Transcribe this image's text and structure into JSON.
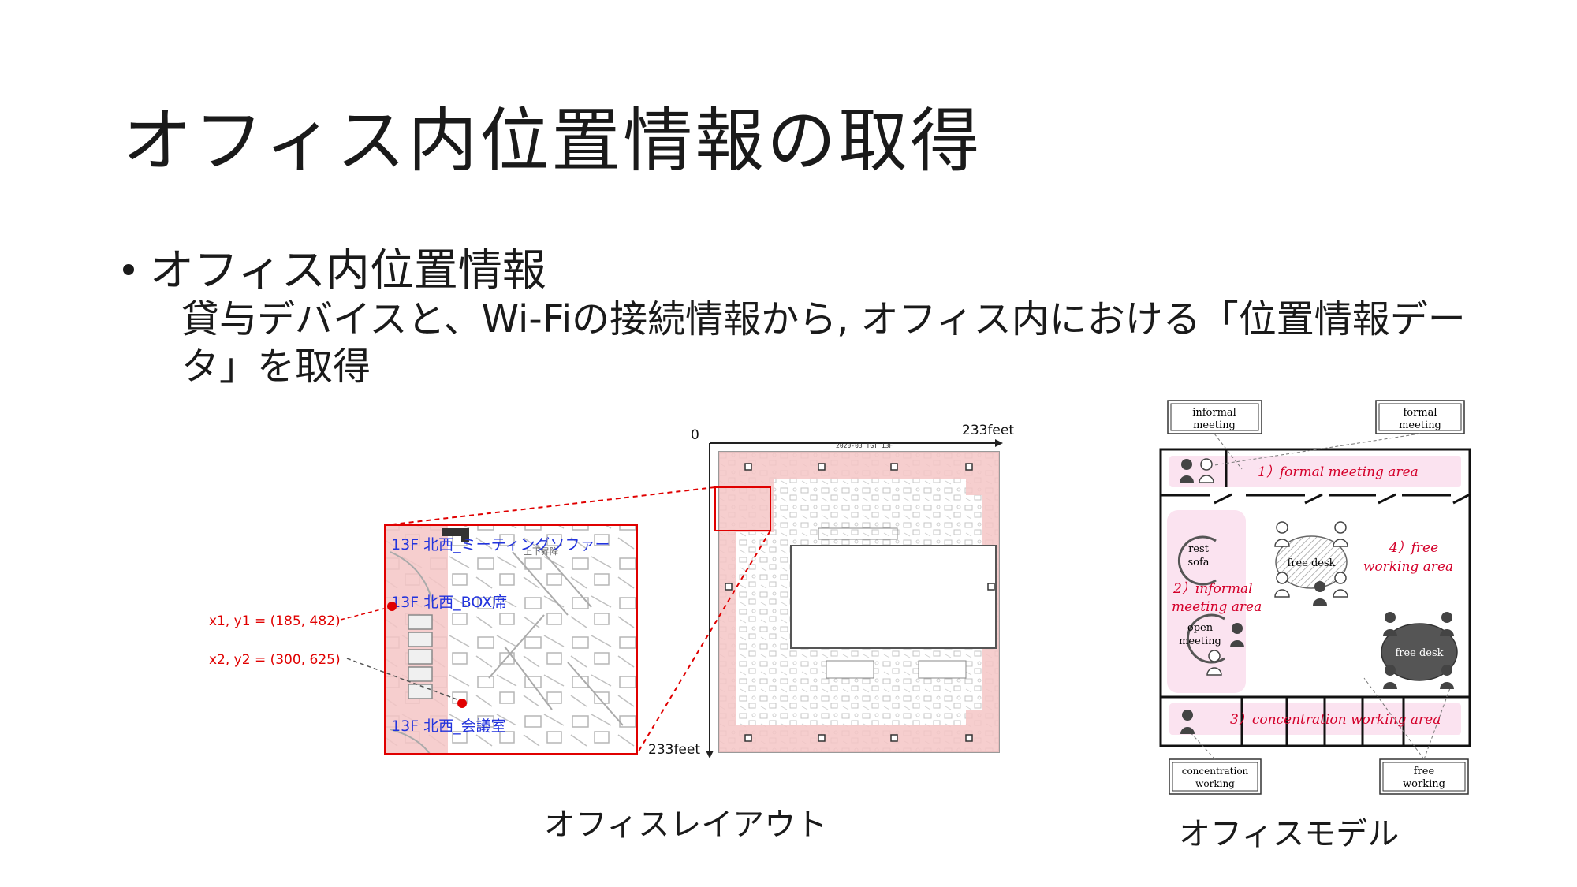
{
  "slide": {
    "title": "オフィス内位置情報の取得",
    "bullet": "オフィス内位置情報",
    "description": "貸与デバイスと、Wi-Fiの接続情報から, オフィス内における「位置情報データ」を取得"
  },
  "layout_figure": {
    "caption": "オフィスレイアウト",
    "axis_origin": "0",
    "axis_x_max": "233feet",
    "axis_y_max": "233feet",
    "plan_title": "2020-03 TGT 13F",
    "zoom_labels": [
      "13F 北西_ミーティングソファー",
      "13F 北西_BOX席",
      "13F 北西_会議室"
    ],
    "zoom_small_label": "上下昇降",
    "point1": "x1, y1 = (185, 482)",
    "point2": "x2, y2 = (300, 625)",
    "colors": {
      "zone": "#f5c6c6",
      "annotation": "#e00000",
      "room_label": "#2233dd"
    }
  },
  "model_figure": {
    "caption": "オフィスモデル",
    "callouts": {
      "informal_meeting": [
        "informal",
        "meeting"
      ],
      "formal_meeting": [
        "formal",
        "meeting"
      ],
      "concentration_working": [
        "concentration",
        "working"
      ],
      "free_working": [
        "free",
        "working"
      ]
    },
    "areas": {
      "formal": "1）formal meeting area",
      "informal": [
        "2）informal",
        "meeting area"
      ],
      "concentration": "3）concentration working area",
      "free": [
        "4）free",
        "working area"
      ]
    },
    "rest_sofa": [
      "rest",
      "sofa"
    ],
    "open_meeting": [
      "open",
      "meeting"
    ],
    "free_desk_1": "free desk",
    "free_desk_2": "free desk",
    "colors": {
      "area": "#fbe3f0",
      "area_text": "#d4002a"
    }
  }
}
